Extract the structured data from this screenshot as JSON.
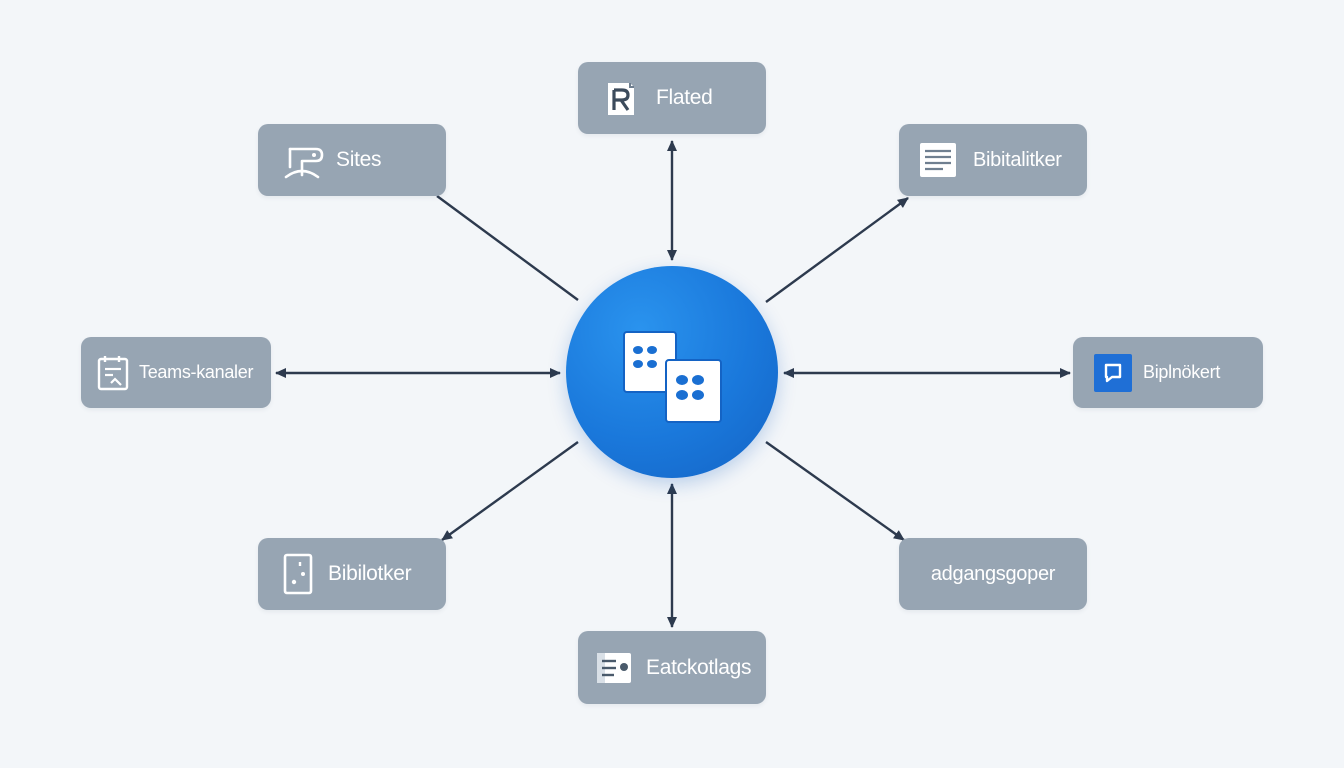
{
  "hub": {
    "icon": "teams-tiles-icon"
  },
  "nodes": {
    "top": {
      "label": "Flated",
      "icon": "document-r-icon"
    },
    "top_left": {
      "label": "Sites",
      "icon": "site-sketch-icon"
    },
    "top_right": {
      "label": "Bibitalitker",
      "icon": "text-document-icon"
    },
    "left": {
      "label": "Teams-kanaler",
      "icon": "checklist-icon"
    },
    "right": {
      "label": "Biplnökert",
      "icon": "chat-square-icon"
    },
    "bottom_left": {
      "label": "Bibilotker",
      "icon": "door-document-icon"
    },
    "bottom_right": {
      "label": "adgangsgoper"
    },
    "bottom": {
      "label": "Eatckotlags",
      "icon": "list-card-icon"
    }
  },
  "colors": {
    "background": "#f3f6f9",
    "node_fill": "#97a5b3",
    "node_text": "#ffffff",
    "hub_blue": "#1a78db",
    "connector": "#2d3a4e",
    "accent_icon": "#1f6fd6"
  }
}
